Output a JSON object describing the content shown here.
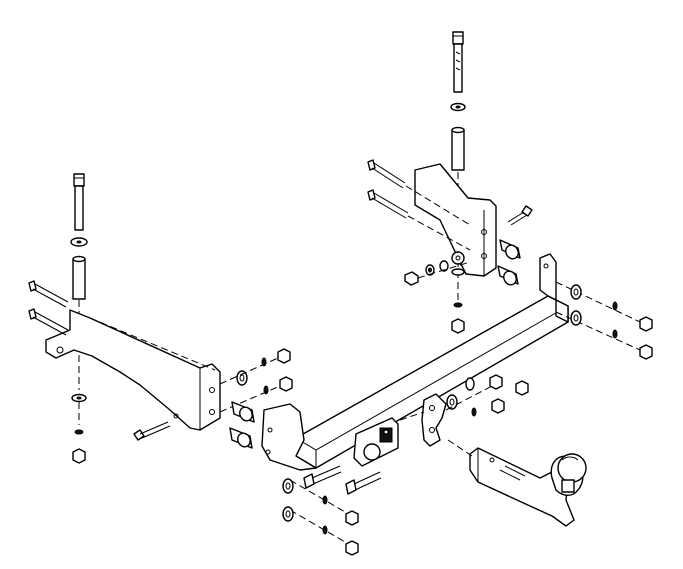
{
  "diagram": {
    "kind": "exploded-assembly",
    "subject": "tow bar",
    "colors": {
      "line": "#000000",
      "background": "#ffffff"
    },
    "parts": [
      "left-long-bolt",
      "left-washer",
      "left-spacer-sleeve",
      "left-mounting-bracket",
      "right-long-bolt",
      "right-washer",
      "right-spacer-sleeve",
      "right-mounting-bracket",
      "main-crossbar",
      "towball-neck",
      "electrics-socket-plate",
      "side-bolts",
      "nuts",
      "spring-washers"
    ]
  }
}
